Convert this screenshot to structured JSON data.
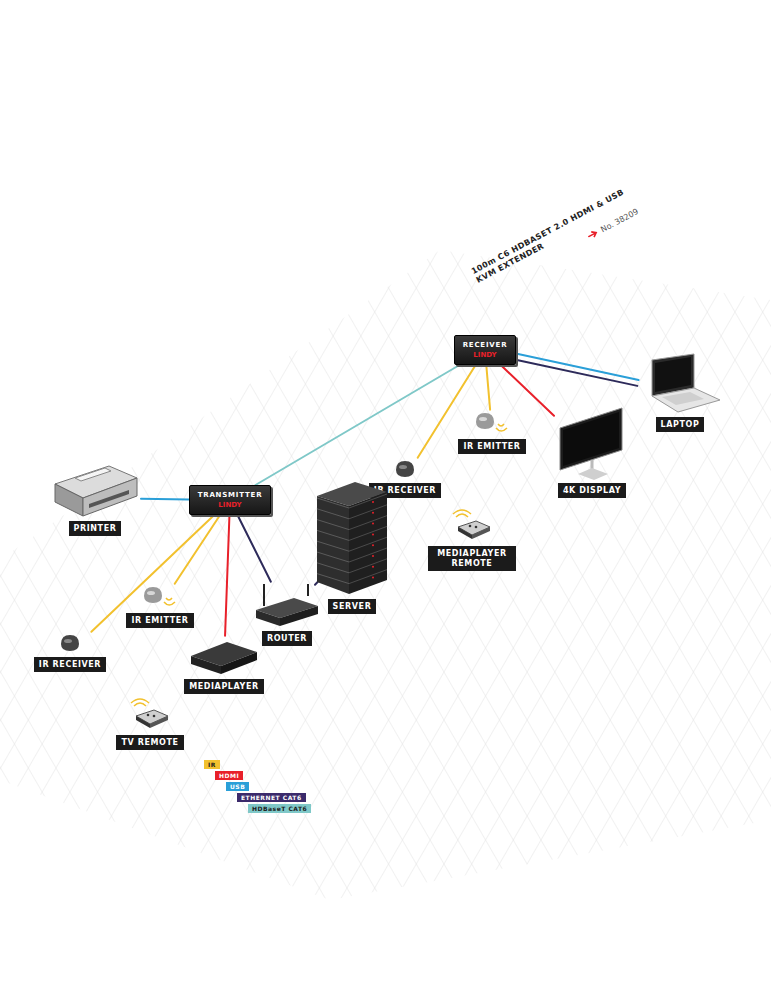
{
  "diagram": {
    "title": "100m C6 HDBASET 2.0 HDMI & USB KVM EXTENDER",
    "nodes": [
      {
        "text": [
          "PRINTER"
        ]
      },
      {
        "text": [
          "TRANSMITTER"
        ]
      },
      {
        "text": [
          "RECEIVER"
        ]
      },
      {
        "text": [
          "LAPTOP"
        ]
      },
      {
        "text": [
          "4K DISPLAY"
        ]
      },
      {
        "text": [
          "IR RECEIVER"
        ]
      },
      {
        "text": [
          "IR EMITTER"
        ]
      },
      {
        "text": [
          "MEDIAPLAYER REMOTE"
        ]
      },
      {
        "text": [
          "SERVER"
        ]
      },
      {
        "text": [
          "ROUTER"
        ]
      },
      {
        "text": [
          "IR EMITTER"
        ]
      },
      {
        "text": [
          "IR RECEIVER"
        ]
      },
      {
        "text": [
          "MEDIAPLAYER"
        ]
      },
      {
        "text": [
          "TV REMOTE"
        ]
      }
    ],
    "edges": [
      {
        "from": 0,
        "to": 1,
        "arrow": "none"
      },
      {
        "from": 1,
        "to": 2,
        "arrow": "none"
      },
      {
        "from": 2,
        "to": 3,
        "arrow": "none"
      },
      {
        "from": 2,
        "to": 3,
        "arrow": "none"
      },
      {
        "from": 2,
        "to": 4,
        "arrow": "none"
      },
      {
        "from": 2,
        "to": 5,
        "arrow": "none"
      },
      {
        "from": 2,
        "to": 6,
        "arrow": "none"
      },
      {
        "from": 1,
        "to": 9,
        "arrow": "none"
      },
      {
        "from": 9,
        "to": 8,
        "arrow": "none"
      },
      {
        "from": 1,
        "to": 10,
        "arrow": "none"
      },
      {
        "from": 1,
        "to": 11,
        "arrow": "none"
      },
      {
        "from": 1,
        "to": 12,
        "arrow": "none"
      }
    ],
    "labels": [
      "No. 38209",
      "LINDY",
      "LINDY"
    ],
    "legend": [
      {
        "text": "IR",
        "color": "#f2c12e"
      },
      {
        "text": "HDMI",
        "color": "#e8202a"
      },
      {
        "text": "USB",
        "color": "#2a9fd8"
      },
      {
        "text": "ETHERNET CAT6",
        "color": "#3b2a6b"
      },
      {
        "text": "HDBaseT CAT6",
        "color": "#7fc8c8"
      }
    ]
  }
}
